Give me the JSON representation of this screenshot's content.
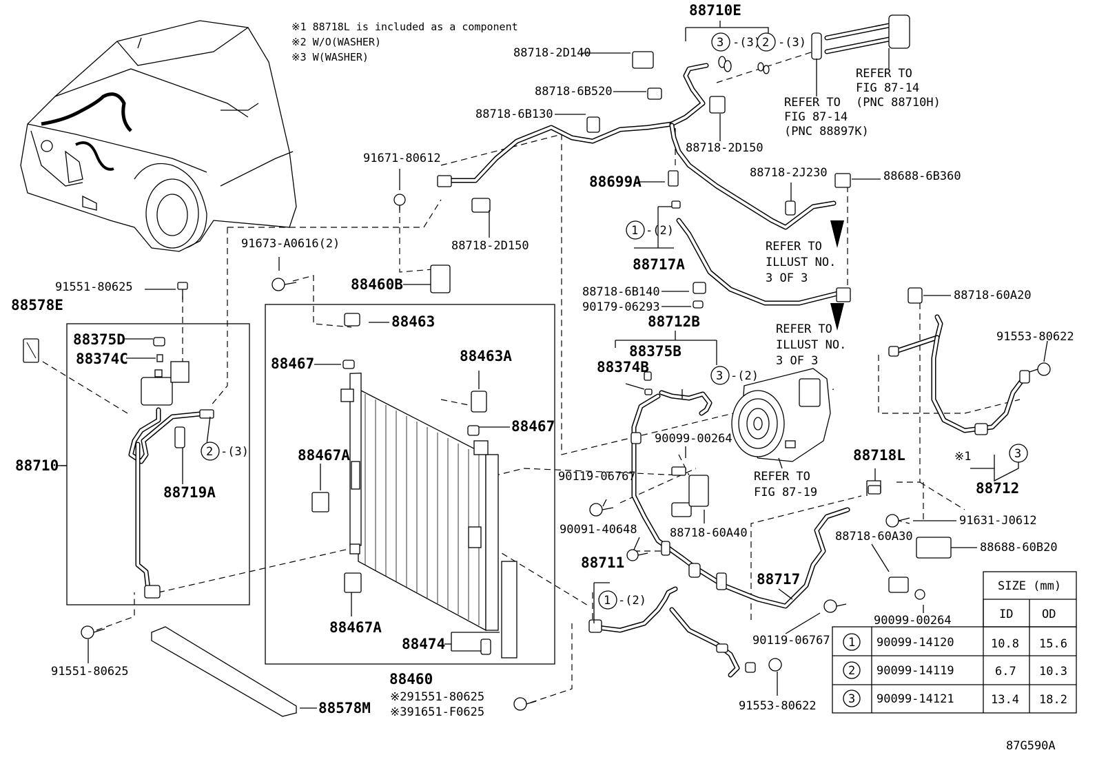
{
  "notes": [
    "※1 88718L is included as a component",
    "※2 W/O(WASHER)",
    "※3 W(WASHER)"
  ],
  "labels": {
    "l88710E": "88710E",
    "l88718_2D140": "88718-2D140",
    "l88718_6B520": "88718-6B520",
    "l88718_6B130": "88718-6B130",
    "l88718_2D150a": "88718-2D150",
    "l88718_2D150b": "88718-2D150",
    "l91671_80612": "91671-80612",
    "l88699A": "88699A",
    "l88718_2J230": "88718-2J230",
    "l88688_6B360": "88688-6B360",
    "l88717A": "88717A",
    "l91673_A0616": "91673-A0616(2)",
    "l88460B": "88460B",
    "l91551_80625a": "91551-80625",
    "l88578E": "88578E",
    "l88375D": "88375D",
    "l88374C": "88374C",
    "l88463": "88463",
    "l88467a": "88467",
    "l88463A": "88463A",
    "l88467b": "88467",
    "l88467Aa": "88467A",
    "l88467Ab": "88467A",
    "l88710": "88710",
    "l88719A": "88719A",
    "l88718_6B140": "88718-6B140",
    "l90179_06293": "90179-06293",
    "l88712B": "88712B",
    "l88375B": "88375B",
    "l88374B": "88374B",
    "l88718_60A20": "88718-60A20",
    "l91553_80622a": "91553-80622",
    "l90099_00264a": "90099-00264",
    "l90119_06767a": "90119-06767",
    "l88718_60A40": "88718-60A40",
    "l88718L": "88718L",
    "l88712": "88712",
    "l91631_J0612": "91631-J0612",
    "l88718_60A30": "88718-60A30",
    "l88688_60B20": "88688-60B20",
    "l90091_40648": "90091-40648",
    "l88711": "88711",
    "l88717": "88717",
    "l90099_00264b": "90099-00264",
    "l90119_06767b": "90119-06767",
    "l88474": "88474",
    "l88460": "88460",
    "l91551_80625b": "91551-80625",
    "l91551_80625c": "※291551-80625",
    "l91651_F0625": "※391651-F0625",
    "l88578M": "88578M",
    "l91553_80622b": "91553-80622",
    "drawing_id": "87G590A"
  },
  "callouts": {
    "c3_3": "3",
    "c3_3q": "-(3)",
    "c2_3": "2",
    "c2_3q": "-(3)",
    "c1_2a": "1",
    "c1_2aq": "-(2)",
    "c2_3b": "2",
    "c2_3bq": "-(3)",
    "c3_2": "3",
    "c3_2q": "-(2)",
    "c1_2b": "1",
    "c1_2bq": "-(2)",
    "c3_single": "3",
    "star1": "※1"
  },
  "refs": {
    "r1": [
      "REFER TO",
      "FIG 87-14",
      "(PNC 88710H)"
    ],
    "r2": [
      "REFER TO",
      "FIG 87-14",
      "(PNC 88897K)"
    ],
    "r3": [
      "REFER TO",
      "ILLUST NO.",
      "3 OF 3"
    ],
    "r4": [
      "REFER TO",
      "ILLUST NO.",
      "3 OF 3"
    ],
    "r5": [
      "REFER TO",
      "FIG 87-19"
    ]
  },
  "size_table": {
    "header": "SIZE (mm)",
    "col_id": "ID",
    "col_od": "OD",
    "rows": [
      {
        "mark": "1",
        "part": "90099-14120",
        "id": "10.8",
        "od": "15.6"
      },
      {
        "mark": "2",
        "part": "90099-14119",
        "id": "6.7",
        "od": "10.3"
      },
      {
        "mark": "3",
        "part": "90099-14121",
        "id": "13.4",
        "od": "18.2"
      }
    ]
  }
}
